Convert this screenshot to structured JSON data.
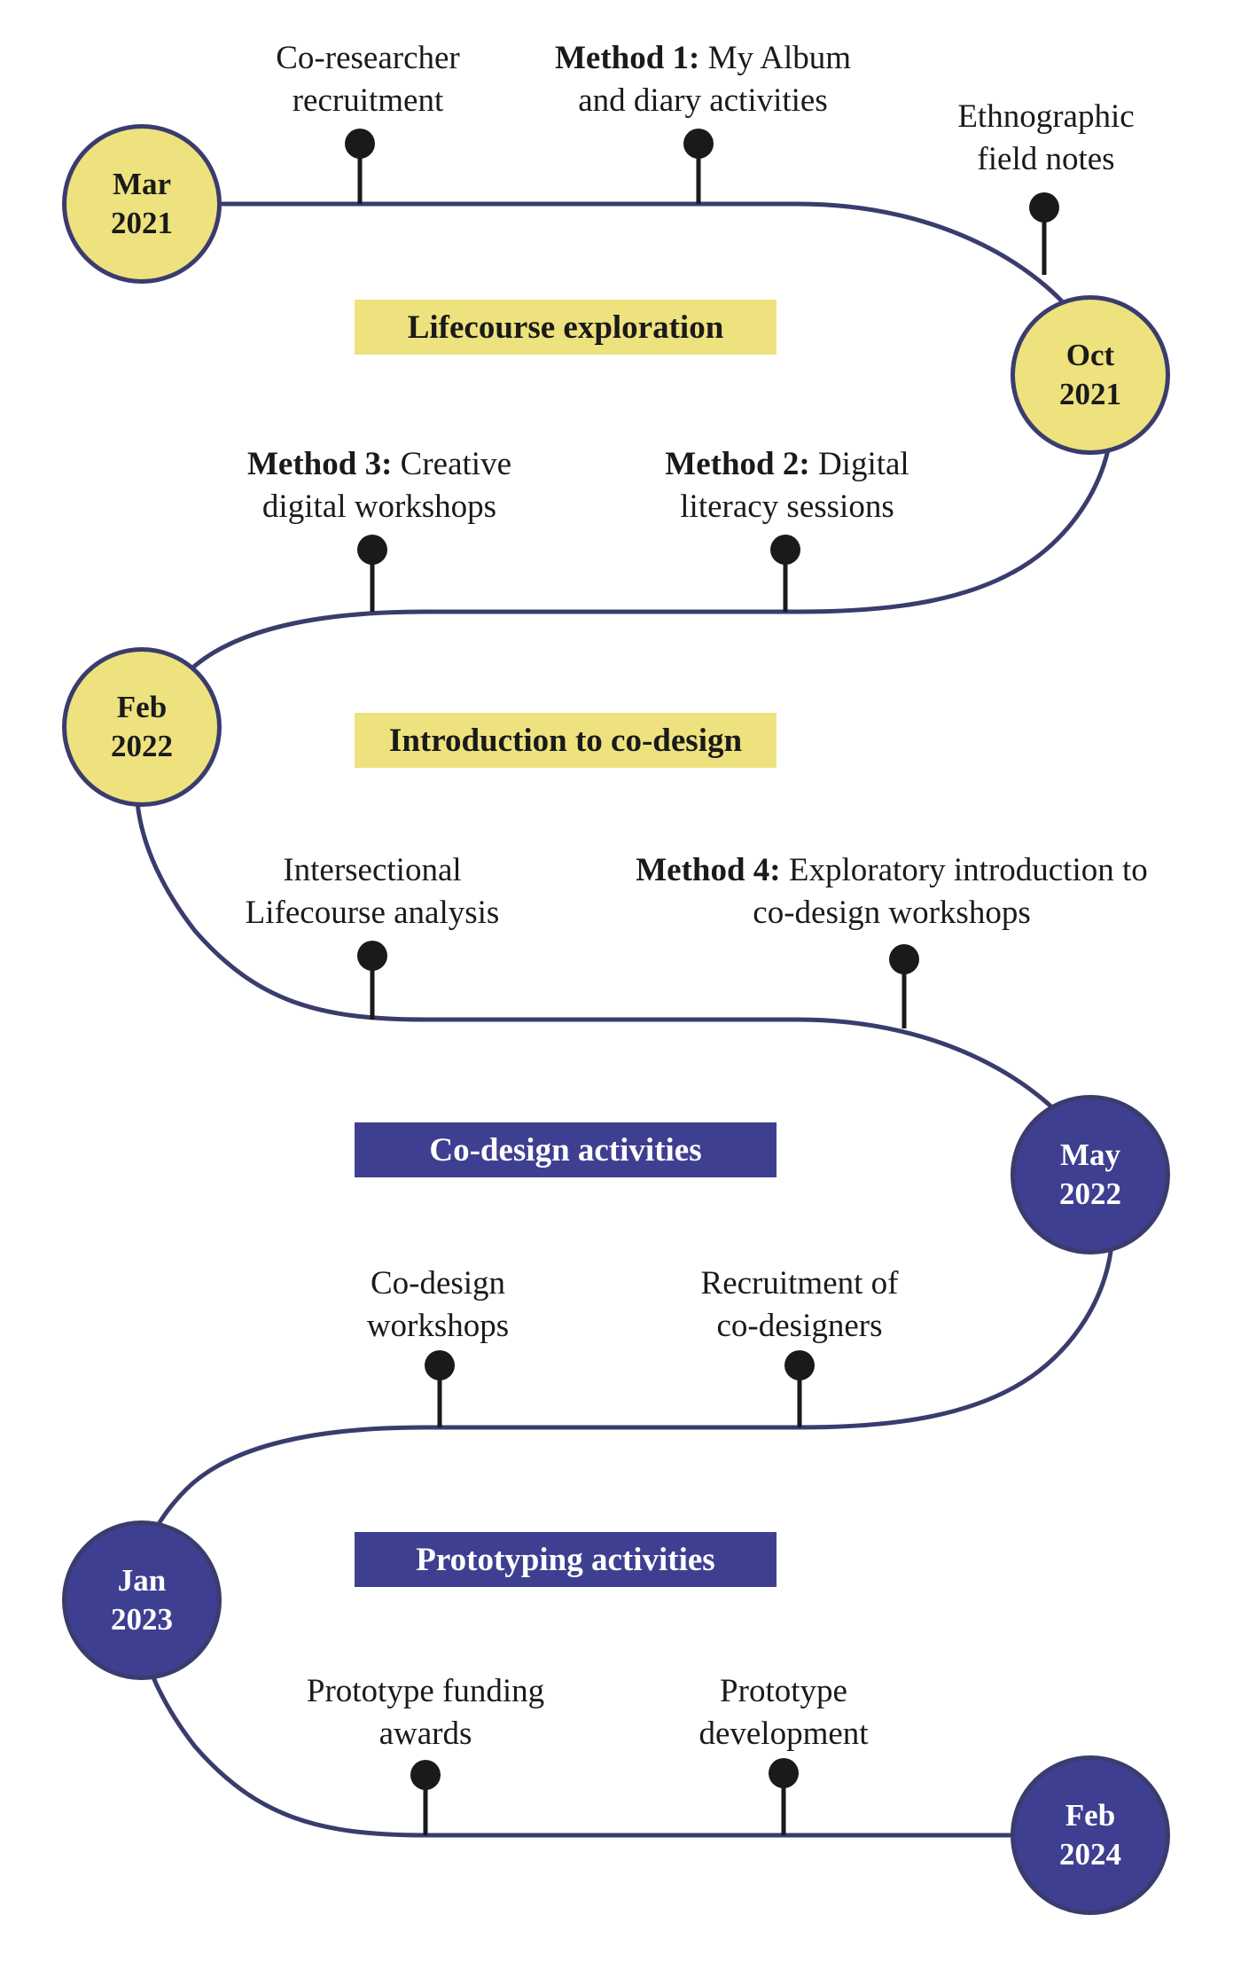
{
  "colors": {
    "path": "#3a3c6e",
    "yellow": "#ede27e",
    "blue": "#3f3f91",
    "pin": "#1a1a1a"
  },
  "dates": [
    {
      "month": "Mar",
      "year": "2021",
      "style": "yellow"
    },
    {
      "month": "Oct",
      "year": "2021",
      "style": "yellow"
    },
    {
      "month": "Feb",
      "year": "2022",
      "style": "yellow"
    },
    {
      "month": "May",
      "year": "2022",
      "style": "blue"
    },
    {
      "month": "Jan",
      "year": "2023",
      "style": "blue"
    },
    {
      "month": "Feb",
      "year": "2024",
      "style": "blue"
    }
  ],
  "phases": [
    {
      "label": "Lifecourse exploration",
      "style": "yellow"
    },
    {
      "label": "Introduction to co-design",
      "style": "yellow"
    },
    {
      "label": "Co-design activities",
      "style": "blue"
    },
    {
      "label": "Prototyping activities",
      "style": "blue"
    }
  ],
  "milestones": [
    {
      "bold": "",
      "line1": "Co-researcher",
      "line2": "recruitment"
    },
    {
      "bold": "Method 1:",
      "line1": " My Album",
      "line2": "and diary activities"
    },
    {
      "bold": "",
      "line1": "Ethnographic",
      "line2": "field notes"
    },
    {
      "bold": "Method 3:",
      "line1": " Creative",
      "line2": "digital workshops"
    },
    {
      "bold": "Method 2:",
      "line1": " Digital",
      "line2": "literacy sessions"
    },
    {
      "bold": "",
      "line1": "Intersectional",
      "line2": "Lifecourse analysis"
    },
    {
      "bold": "Method 4:",
      "line1": " Exploratory introduction to",
      "line2": "co-design workshops"
    },
    {
      "bold": "",
      "line1": "Co-design",
      "line2": "workshops"
    },
    {
      "bold": "",
      "line1": "Recruitment of",
      "line2": "co-designers"
    },
    {
      "bold": "",
      "line1": "Prototype funding",
      "line2": "awards"
    },
    {
      "bold": "",
      "line1": "Prototype",
      "line2": "development"
    }
  ]
}
